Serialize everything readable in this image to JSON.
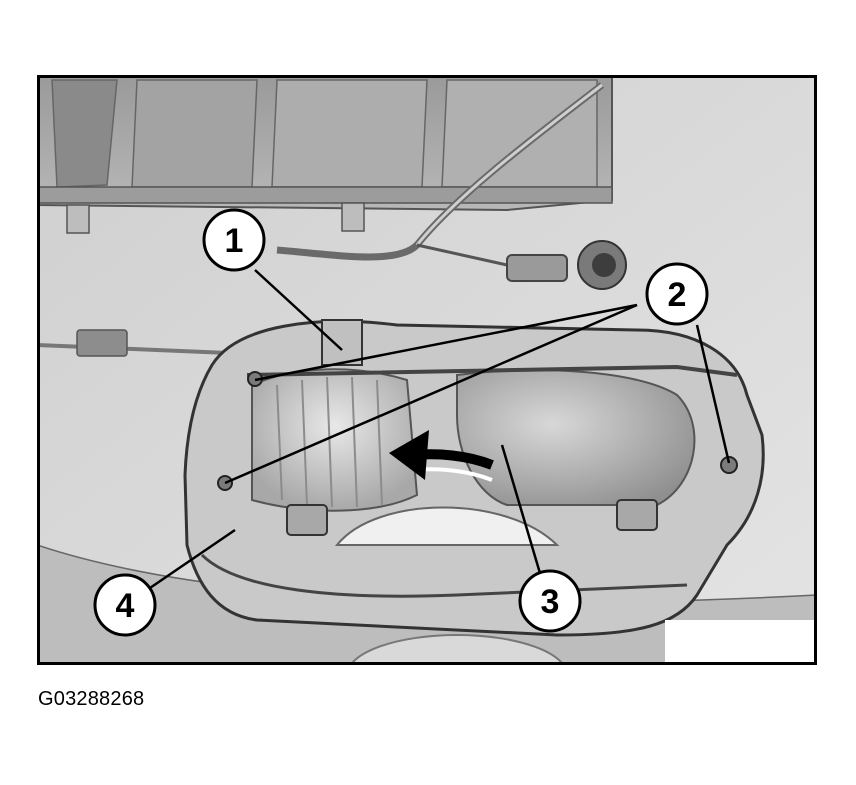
{
  "figure": {
    "callouts": [
      {
        "id": "1",
        "label": "1"
      },
      {
        "id": "2",
        "label": "2"
      },
      {
        "id": "3",
        "label": "3"
      },
      {
        "id": "4",
        "label": "4"
      }
    ]
  },
  "caption": "G03288268",
  "colors": {
    "frame": "#000000",
    "background": "#d6d6d6",
    "callout_fill": "#ffffff"
  }
}
